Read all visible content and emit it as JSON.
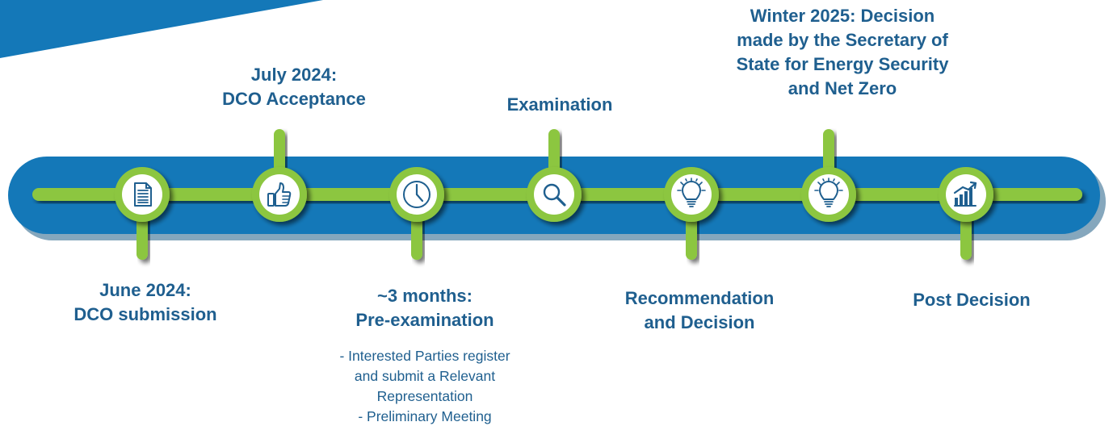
{
  "colors": {
    "band": "#1478b8",
    "band_shadow": "#0c4f7c",
    "corner": "#1478b8",
    "green": "#8cc63f",
    "text": "#1f5f8f",
    "icon_stroke": "#1f5f8f"
  },
  "milestones": [
    {
      "id": "dco-submission",
      "icon": "document-icon",
      "position": "below",
      "title": [
        "June 2024:",
        "DCO submission"
      ],
      "notes": []
    },
    {
      "id": "dco-acceptance",
      "icon": "thumbs-up-icon",
      "position": "above",
      "title": [
        "July 2024:",
        "DCO Acceptance"
      ],
      "notes": []
    },
    {
      "id": "pre-examination",
      "icon": "clock-icon",
      "position": "below",
      "title": [
        "~3 months:",
        "Pre-examination"
      ],
      "notes": [
        "- Interested Parties register",
        "and submit a Relevant",
        "Representation",
        "- Preliminary Meeting"
      ]
    },
    {
      "id": "examination",
      "icon": "magnifier-icon",
      "position": "above",
      "title": [
        "Examination"
      ],
      "notes": []
    },
    {
      "id": "recommendation",
      "icon": "lightbulb-icon",
      "position": "below",
      "title": [
        "Recommendation",
        "and Decision"
      ],
      "notes": []
    },
    {
      "id": "decision",
      "icon": "lightbulb-icon",
      "position": "above",
      "title": [
        "Winter 2025: Decision",
        "made by the Secretary of",
        "State for Energy Security",
        "and Net Zero"
      ],
      "notes": []
    },
    {
      "id": "post-decision",
      "icon": "growth-chart-icon",
      "position": "below",
      "title": [
        "Post Decision"
      ],
      "notes": []
    }
  ]
}
